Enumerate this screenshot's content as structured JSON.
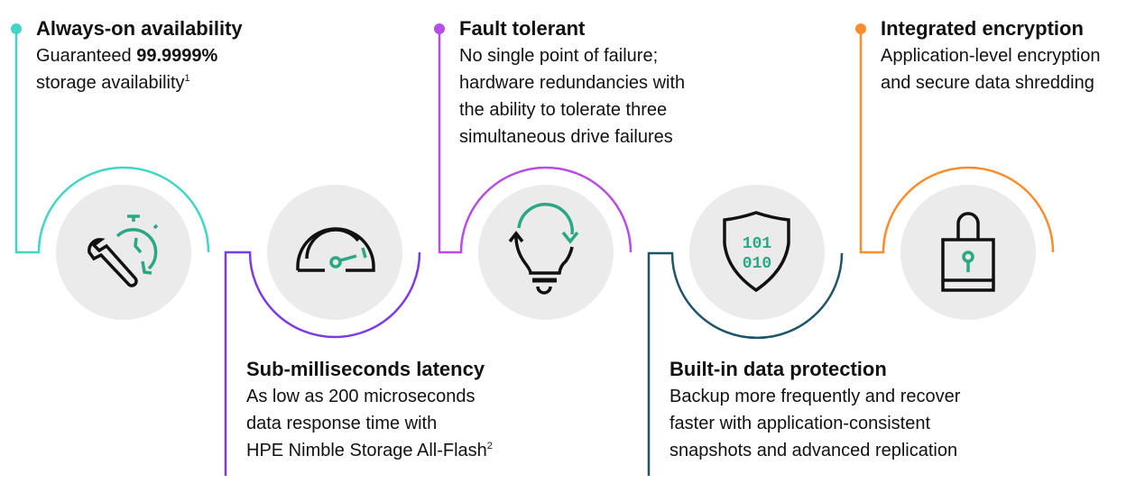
{
  "colors": {
    "teal": "#40d6c6",
    "violet": "#7b3aea",
    "purple": "#b84ce8",
    "navy": "#1d5469",
    "orange": "#ff8c2a",
    "icon_green": "#2aa883",
    "circle": "#ebebeb"
  },
  "features": [
    {
      "title": "Always-on availability",
      "line1_pre": "Guaranteed ",
      "line1_bold": "99.9999%",
      "line2": "storage availability",
      "sup": "1",
      "icon": "wrench-stopwatch-icon"
    },
    {
      "title": "Sub-milliseconds latency",
      "lines": [
        "As low as 200 microseconds",
        "data response time with",
        "HPE Nimble Storage All-Flash"
      ],
      "sup": "2",
      "icon": "speedometer-icon"
    },
    {
      "title": "Fault tolerant",
      "lines": [
        "No single point of failure;",
        "hardware redundancies with",
        "the ability to tolerate three",
        "simultaneous drive failures"
      ],
      "icon": "lightbulb-cycle-icon"
    },
    {
      "title": "Built-in data protection",
      "lines": [
        "Backup more frequently and recover",
        "faster with application-consistent",
        "snapshots and advanced replication"
      ],
      "icon": "shield-binary-icon"
    },
    {
      "title": "Integrated encryption",
      "lines": [
        "Application-level encryption",
        "and secure data shredding"
      ],
      "icon": "padlock-icon"
    }
  ],
  "binary": [
    "101",
    "010"
  ]
}
